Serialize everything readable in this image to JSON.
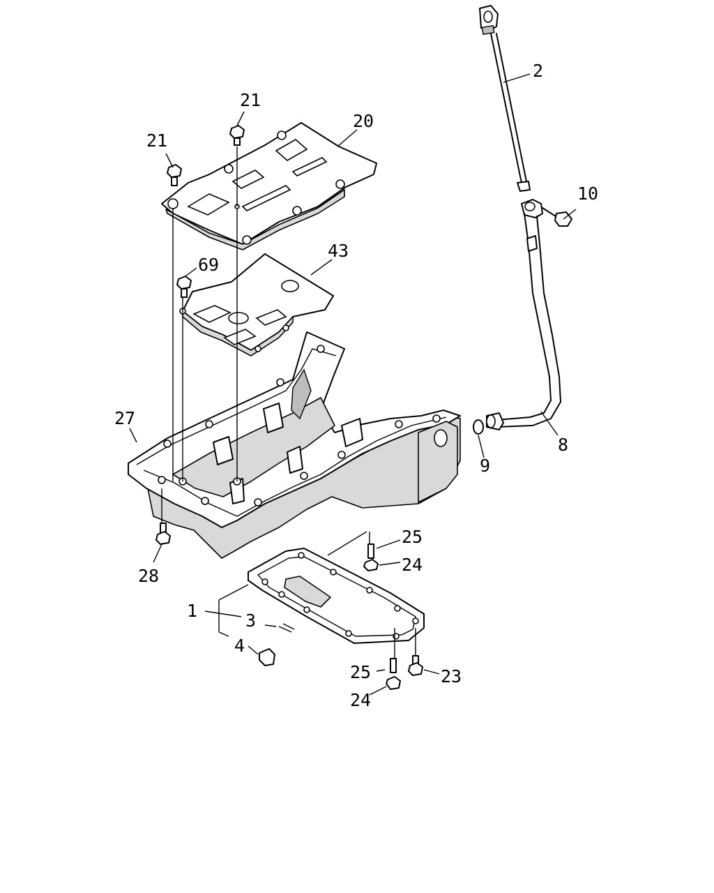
{
  "callouts": {
    "c1": "1",
    "c2": "2",
    "c3": "3",
    "c4": "4",
    "c8": "8",
    "c9": "9",
    "c10": "10",
    "c20": "20",
    "c21a": "21",
    "c21b": "21",
    "c23": "23",
    "c24a": "24",
    "c24b": "24",
    "c25a": "25",
    "c25b": "25",
    "c27": "27",
    "c28": "28",
    "c43": "43",
    "c69": "69"
  }
}
